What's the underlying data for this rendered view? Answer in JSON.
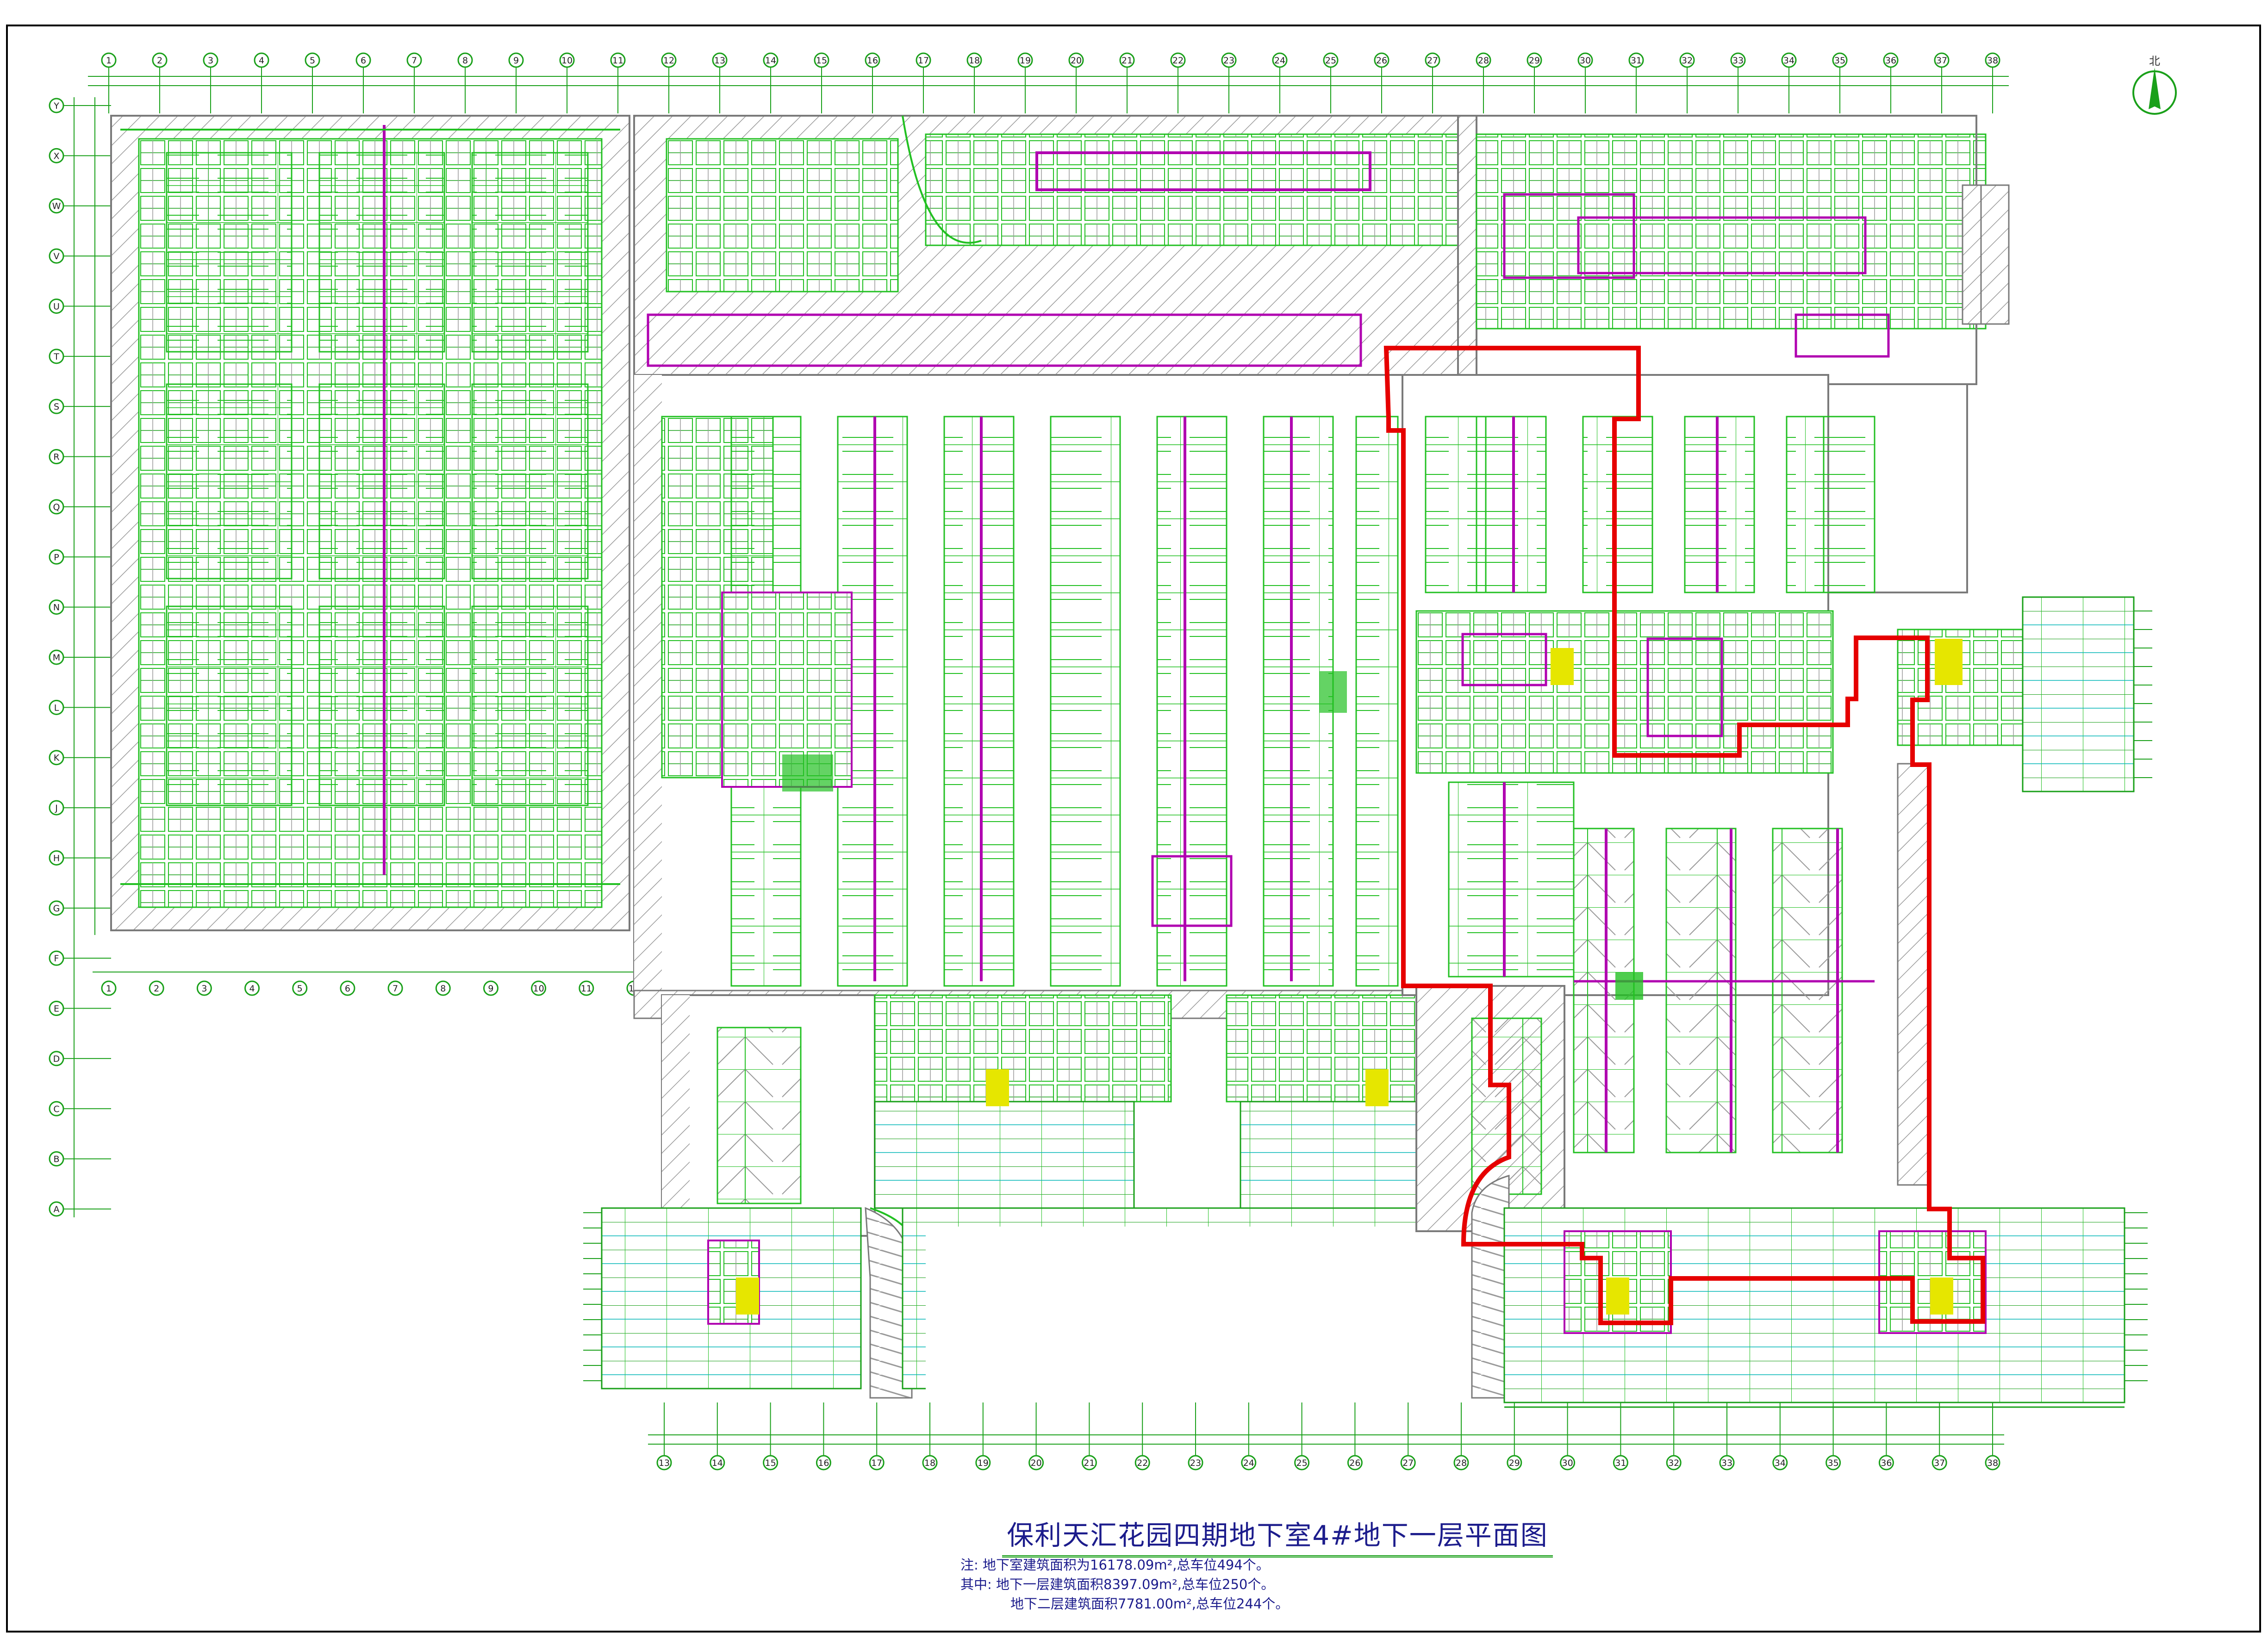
{
  "drawing": {
    "title": "保利天汇花园四期地下室4#地下一层平面图",
    "north_label": "北",
    "notes": [
      "注: 地下室建筑面积为16178.09m²,总车位494个。",
      "其中: 地下一层建筑面积8397.09m²,总车位250个。",
      "地下二层建筑面积7781.00m²,总车位244个。"
    ],
    "top_axis_labels": [
      "1",
      "2",
      "3",
      "4",
      "5",
      "6",
      "7",
      "8",
      "9",
      "10",
      "11",
      "12",
      "13",
      "14",
      "15",
      "16",
      "17",
      "18",
      "19",
      "20",
      "21",
      "22",
      "23",
      "24",
      "25",
      "26",
      "27",
      "28",
      "29",
      "30",
      "31",
      "32",
      "33",
      "34",
      "35",
      "36",
      "37",
      "38"
    ],
    "bottom_axis_labels": [
      "13",
      "14",
      "15",
      "16",
      "17",
      "18",
      "19",
      "20",
      "21",
      "22",
      "23",
      "24",
      "25",
      "26",
      "27",
      "28",
      "29",
      "30",
      "31",
      "32",
      "33",
      "34",
      "35",
      "36",
      "37",
      "38"
    ],
    "mid_axis_labels": [
      "1",
      "2",
      "3",
      "4",
      "5",
      "6",
      "7",
      "8",
      "9",
      "10",
      "11",
      "12"
    ],
    "left_axis_labels": [
      "Y",
      "X",
      "W",
      "V",
      "U",
      "T",
      "S",
      "R",
      "Q",
      "P",
      "N",
      "M",
      "L",
      "K",
      "J",
      "H",
      "G",
      "F",
      "E",
      "D",
      "C",
      "B",
      "A"
    ],
    "colors": {
      "outline": "#000000",
      "grid": "#1aa01a",
      "walls": "#7a7a7a",
      "hatch": "#9a9a9a",
      "parking": "#22c022",
      "ducts": "#b000b0",
      "ramp_edge": "#00b5b5",
      "highlight": "#e60000",
      "yellow": "#e6e600",
      "title": "#1c1c8c"
    }
  }
}
